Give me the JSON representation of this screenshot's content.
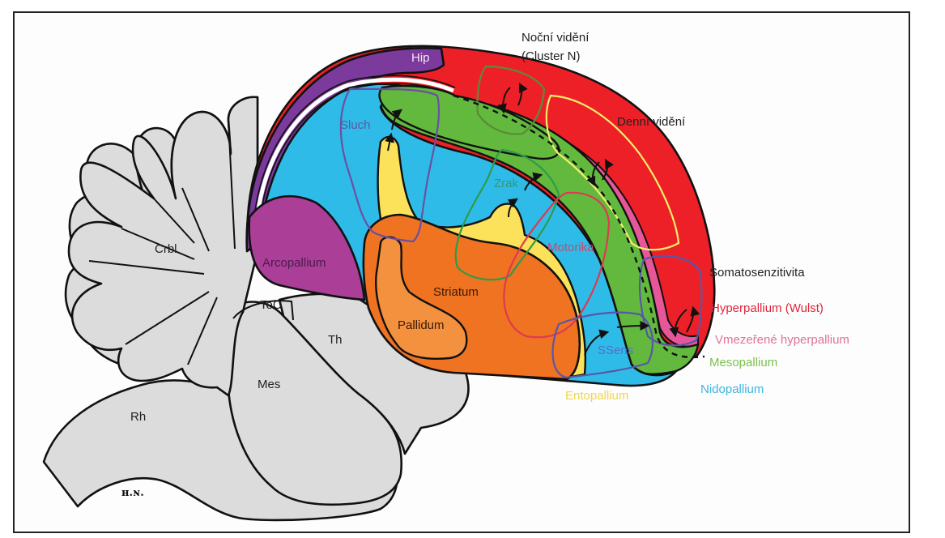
{
  "figure": {
    "title": "Bird brain sagittal section — functional areas",
    "colors": {
      "hindbrain_gray": "#dcdcdc",
      "nidopallium": "#2fbbe8",
      "mesopallium": "#62b93d",
      "hyperpallium": "#ee2027",
      "interstitial_hyperpallium": "#e8569a",
      "entopallium": "#fbe25a",
      "striatum": "#ef7320",
      "pallidum": "#f4913f",
      "arcopallium": "#ab3e97",
      "hippocampus": "#7b3a9c",
      "auditory_zone": "#6c4fa3",
      "visual_zone": "#2e9b4a",
      "motor_zone": "#dd3a52",
      "daylight_zone": "#f3ee6a",
      "somato_zone": "#5a56a8",
      "night_zone": "#5c8a3a"
    }
  },
  "regions": {
    "crbl": "Crbl",
    "teo": "TeO",
    "th": "Th",
    "mes": "Mes",
    "rh": "Rh",
    "signature": "ʜ.ɴ.",
    "hip": "Hip",
    "arcopallium": "Arcopallium",
    "striatum": "Striatum",
    "pallidum": "Pallidum"
  },
  "functional_zones": {
    "sluch": "Sluch",
    "zrak": "Zrak",
    "motorika": "Motorika",
    "ssens": "SSens"
  },
  "annotations": {
    "night_vision_line1": "Noční vidění",
    "night_vision_line2": "(Cluster N)",
    "day_vision": "Denní vidění",
    "somatosensitivity": "Somatosenzitivita"
  },
  "legend": [
    {
      "label": "Hyperpallium (Wulst)",
      "color": "#e0263a"
    },
    {
      "label": "Vmezeřené hyperpallium",
      "color": "#e0719c"
    },
    {
      "label": "Mesopallium",
      "color": "#7dbf4f"
    },
    {
      "label": "Nidopallium",
      "color": "#3db4e0"
    },
    {
      "label": "Entopallium",
      "color": "#f2d54a"
    }
  ]
}
